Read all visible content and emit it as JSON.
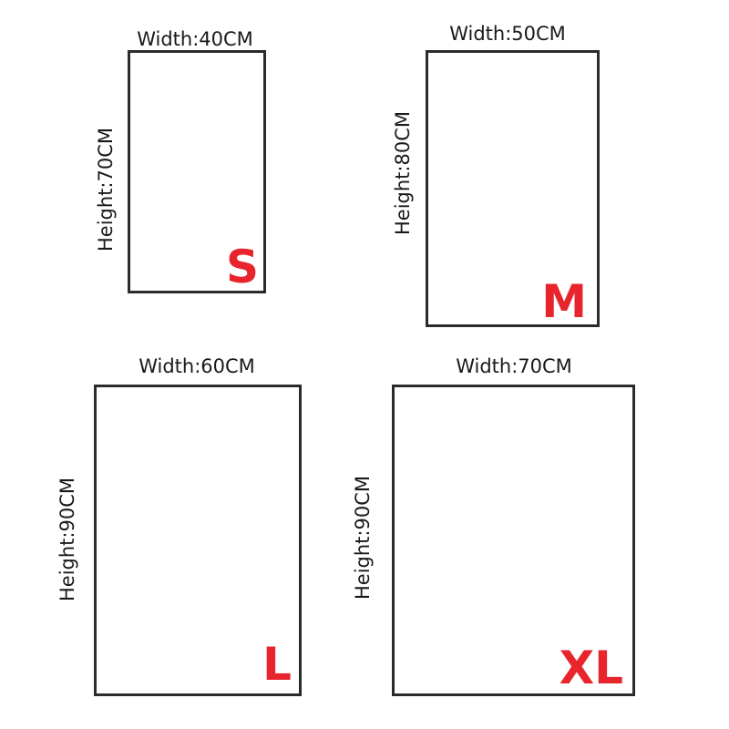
{
  "sizes": [
    {
      "width_label": "Width:40CM",
      "height_label": "Height:70CM",
      "code": "S"
    },
    {
      "width_label": "Width:50CM",
      "height_label": "Height:80CM",
      "code": "M"
    },
    {
      "width_label": "Width:60CM",
      "height_label": "Height:90CM",
      "code": "L"
    },
    {
      "width_label": "Width:70CM",
      "height_label": "Height:90CM",
      "code": "XL"
    }
  ],
  "colors": {
    "frame": "#2b2b2b",
    "code": "#e8242c",
    "text": "#1a1a1a"
  }
}
